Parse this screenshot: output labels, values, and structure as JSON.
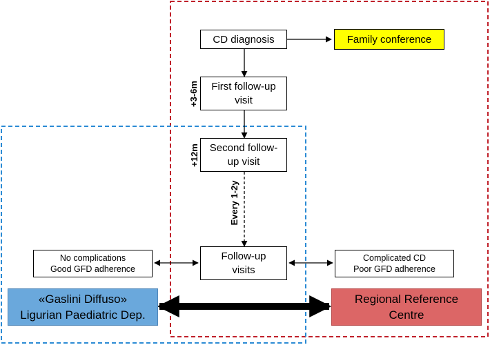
{
  "nodes": {
    "cd_diagnosis": {
      "line1": "CD diagnosis"
    },
    "family_conference": {
      "line1": "Family conference"
    },
    "first_follow_up": {
      "line1": "First follow-up",
      "line2": "visit"
    },
    "second_follow_up": {
      "line1": "Second follow-",
      "line2": "up visit"
    },
    "follow_up_visits": {
      "line1": "Follow-up",
      "line2": "visits"
    },
    "no_complications": {
      "line1": "No complications",
      "line2": "Good GFD adherence"
    },
    "complicated_cd": {
      "line1": "Complicated CD",
      "line2": "Poor GFD adherence"
    },
    "gaslini": {
      "line1": "«Gaslini Diffuso»",
      "line2": "Ligurian Paediatric Dep."
    },
    "regional": {
      "line1": "Regional Reference",
      "line2": "Centre"
    }
  },
  "edge_labels": {
    "to_first": "+3-6m",
    "to_second": "+12m",
    "to_followups": "Every 1-2y"
  },
  "colors": {
    "family_conference_fill": "#ffff00",
    "gaslini_fill": "#6aa8dc",
    "regional_fill": "#dc6666",
    "blue_region_border": "#2a8ad4",
    "red_region_border": "#c0202a"
  }
}
